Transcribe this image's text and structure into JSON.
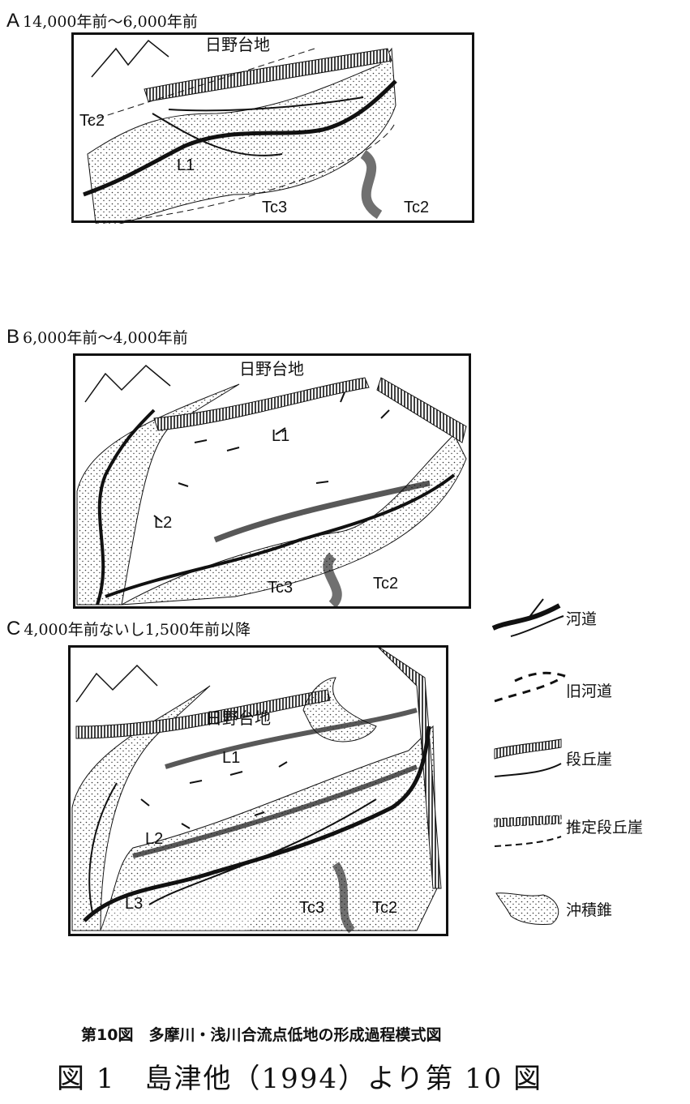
{
  "panels": [
    {
      "letter": "A",
      "period": "14,000年前〜6,000年前",
      "labels": {
        "hino": "日野台地",
        "tc2a": "Tc2",
        "l1": "L1",
        "tc3": "Tc3",
        "tc2b": "Tc2"
      }
    },
    {
      "letter": "B",
      "period": "6,000年前〜4,000年前",
      "labels": {
        "hino": "日野台地",
        "l1": "L1",
        "l2": "L2",
        "tc3": "Tc3",
        "tc2": "Tc2"
      }
    },
    {
      "letter": "C",
      "period": "4,000年前ないし1,500年前以降",
      "labels": {
        "hino": "日野台地",
        "l1": "L1",
        "l2": "L2",
        "l3": "L3",
        "tc3": "Tc3",
        "tc2": "Tc2"
      }
    }
  ],
  "legend": [
    {
      "icon": "river-channel-icon",
      "label": "河道"
    },
    {
      "icon": "old-river-channel-icon",
      "label": "旧河道"
    },
    {
      "icon": "terrace-scarp-icon",
      "label": "段丘崖"
    },
    {
      "icon": "estimated-terrace-scarp-icon",
      "label": "推定段丘崖"
    },
    {
      "icon": "alluvial-cone-icon",
      "label": "沖積錐"
    }
  ],
  "caption": "第10図　多摩川・浅川合流点低地の形成過程模式図",
  "figure_caption": "図 1　島津他（1994）より第 10 図"
}
